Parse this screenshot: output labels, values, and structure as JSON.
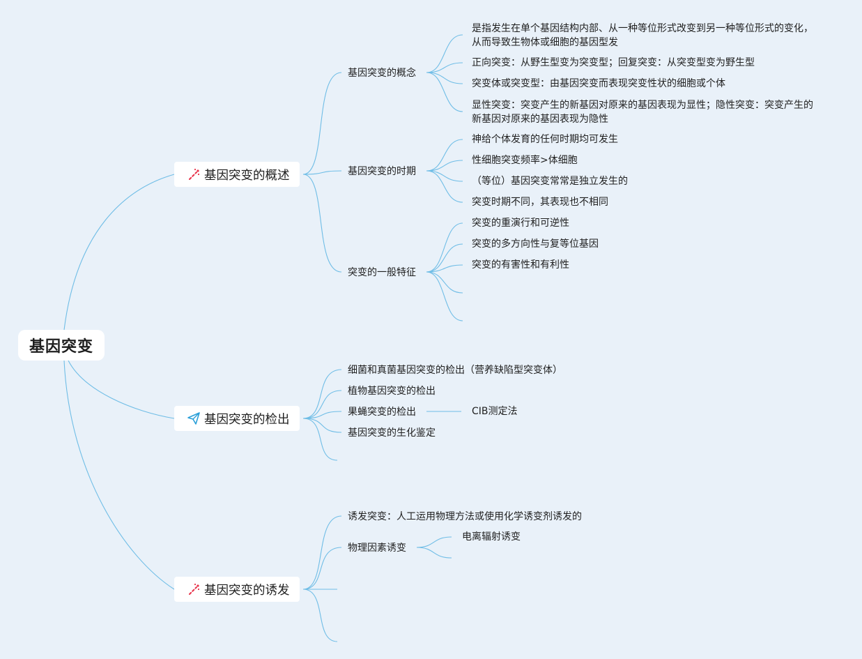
{
  "root": {
    "label": "基因突变"
  },
  "colors": {
    "background": "#e9f1f9",
    "line": "#6fbde6",
    "icon_red": "#e8334a",
    "icon_blue": "#2a9fd8"
  },
  "branches": [
    {
      "label": "基因突变的概述",
      "icon": "magic-wand-icon",
      "children": [
        {
          "label": "基因突变的概念",
          "children": [
            "是指发生在单个基因结构内部、从一种等位形式改变到另一种等位形式的变化，从而导致生物体或细胞的基因型发",
            "正向突变：从野生型变为突变型；回复突变：从突变型变为野生型",
            "突变体或突变型：由基因突变而表现突变性状的细胞或个体",
            "显性突变：突变产生的新基因对原来的基因表现为显性；隐性突变：突变产生的新基因对原来的基因表现为隐性"
          ]
        },
        {
          "label": "基因突变的时期",
          "children": [
            "神给个体发育的任何时期均可发生",
            "性细胞突变频率>体细胞",
            "（等位）基因突变常常是独立发生的",
            "突变时期不同，其表现也不相同"
          ]
        },
        {
          "label": "突变的一般特征",
          "children": [
            "突变的重演行和可逆性",
            "突变的多方向性与复等位基因",
            "突变的有害性和有利性"
          ]
        }
      ]
    },
    {
      "label": "基因突变的检出",
      "icon": "paper-plane-icon",
      "children": [
        {
          "label": "细菌和真菌基因突变的检出（营养缺陷型突变体）"
        },
        {
          "label": "植物基因突变的检出"
        },
        {
          "label": "果蝇突变的检出",
          "children": [
            "CIB测定法"
          ]
        },
        {
          "label": "基因突变的生化鉴定"
        }
      ]
    },
    {
      "label": "基因突变的诱发",
      "icon": "magic-wand-icon",
      "children": [
        {
          "label": "诱发突变：人工运用物理方法或使用化学诱变剂诱发的"
        },
        {
          "label": "物理因素诱变",
          "children": [
            "电离辐射诱变"
          ]
        }
      ]
    }
  ]
}
